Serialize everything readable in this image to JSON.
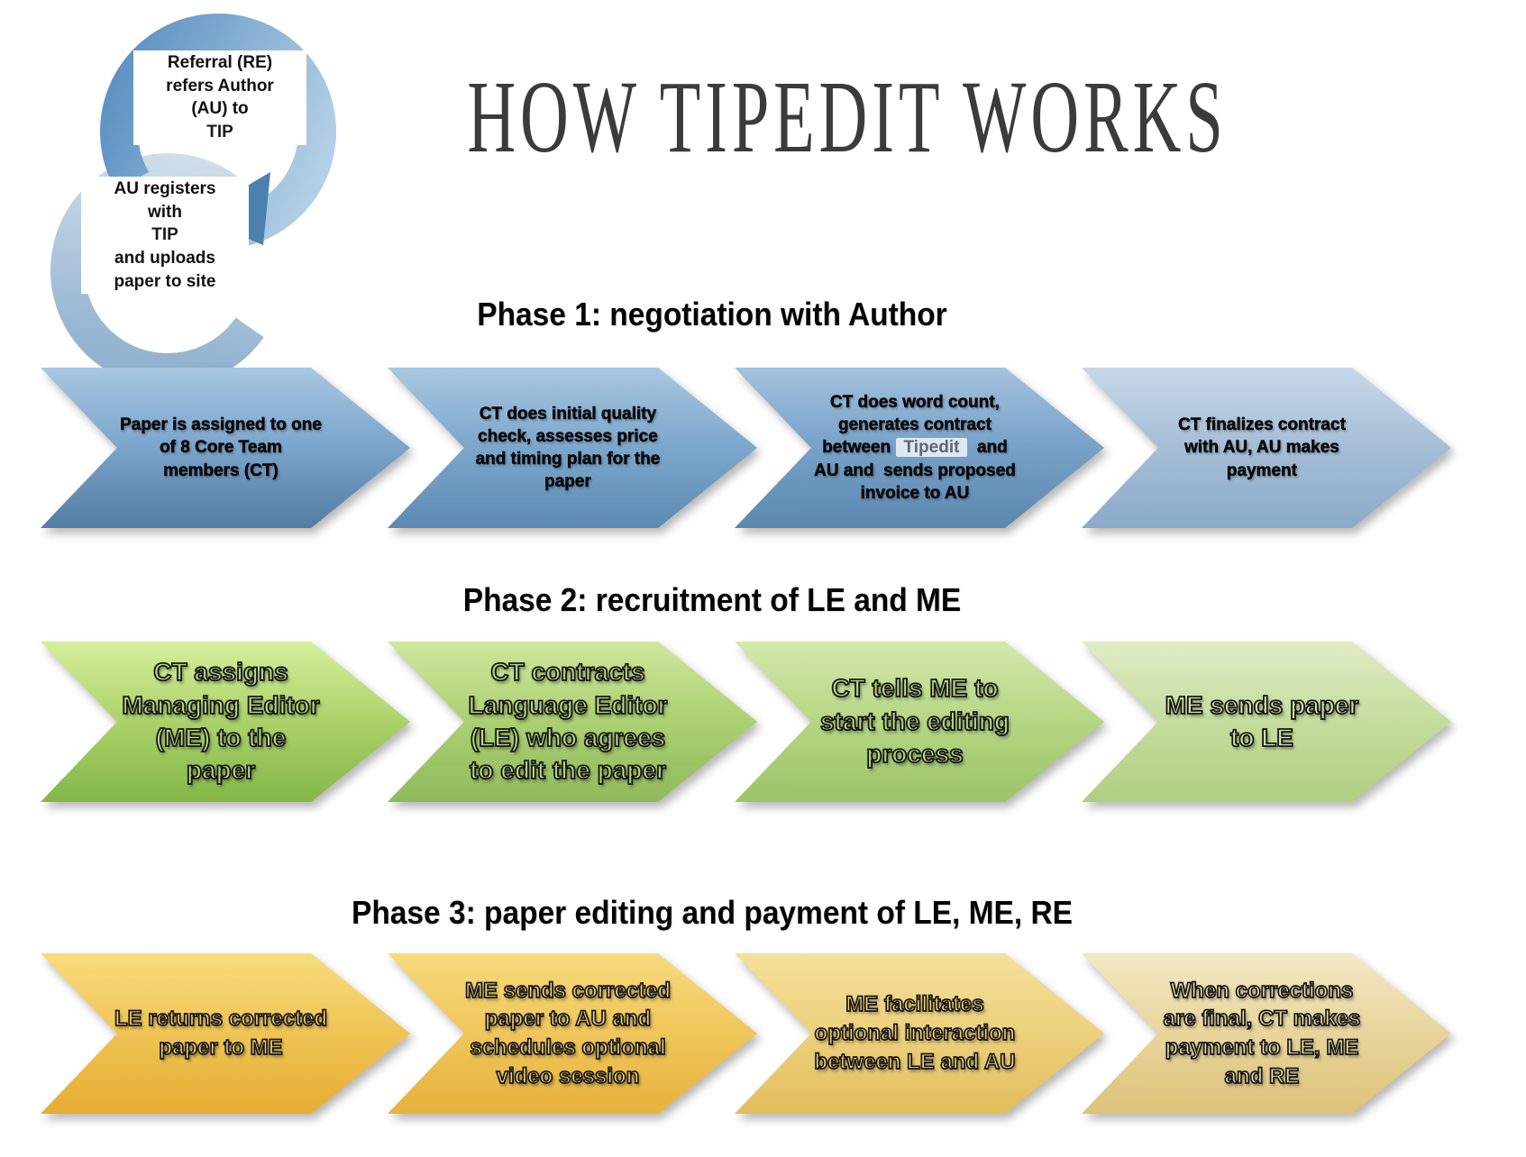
{
  "title": "HOW TIPEDIT WORKS",
  "intro_cycle": {
    "step1": {
      "before_tip": "Referral (RE)\nrefers Author\n(AU) to",
      "tip": "TIP"
    },
    "step2": {
      "before_tip": "AU registers\nwith",
      "tip": "TIP",
      "after_tip": "and uploads\npaper to site"
    }
  },
  "phases": [
    {
      "heading": "Phase 1: negotiation with Author",
      "color_theme": "#6f9bc4",
      "steps": [
        {
          "text": "Paper is assigned to one\nof 8 Core Team\nmembers (CT)"
        },
        {
          "text": "CT does initial quality\ncheck, assesses price\nand timing plan for the\npaper"
        },
        {
          "text_before_brand": "CT does word count,\ngenerates contract\nbetween ",
          "brand": "Tipedit",
          "text_after_brand": "  and\nAU and  sends proposed\ninvoice to AU"
        },
        {
          "text": "CT finalizes contract\nwith AU, AU makes\npayment"
        }
      ]
    },
    {
      "heading": "Phase 2: recruitment of LE and ME",
      "color_theme": "#9cc468",
      "steps": [
        {
          "text": "CT assigns\nManaging Editor\n(ME) to the\npaper"
        },
        {
          "text": "CT contracts\nLanguage Editor\n(LE) who agrees\nto edit the paper"
        },
        {
          "text": "CT tells ME to\nstart the editing\nprocess"
        },
        {
          "text": "ME sends paper\nto LE"
        }
      ]
    },
    {
      "heading": "Phase 3: paper editing and payment of LE, ME, RE",
      "color_theme": "#e9bd4e",
      "steps": [
        {
          "text": "LE returns corrected\npaper to ME"
        },
        {
          "text": "ME sends corrected\npaper to AU and\nschedules optional\nvideo session"
        },
        {
          "text": "ME facilitates\noptional interaction\nbetween LE and AU"
        },
        {
          "text": "When corrections\nare final, CT makes\npayment to LE, ME\nand RE"
        }
      ]
    }
  ]
}
